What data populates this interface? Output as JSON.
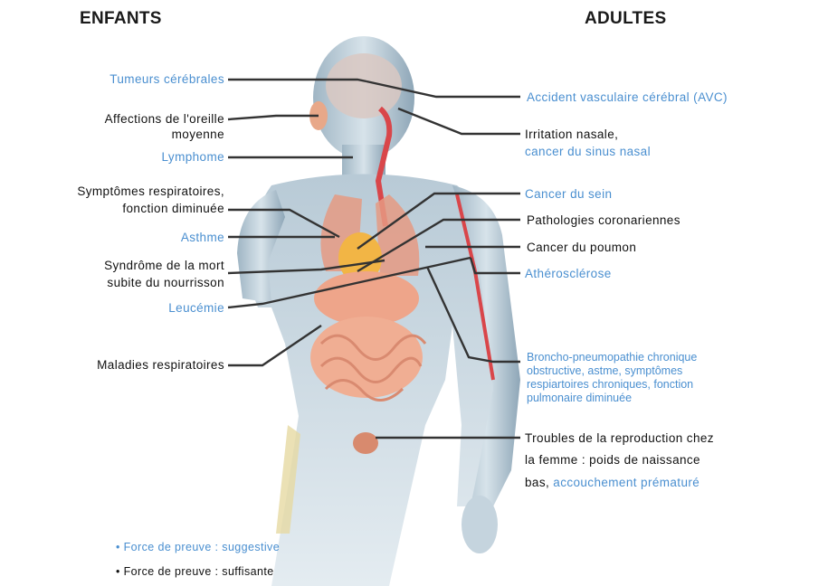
{
  "headers": {
    "children": "ENFANTS",
    "adults": "ADULTES"
  },
  "colors": {
    "suggestive": "#4a8fd0",
    "sufficient": "#111111"
  },
  "children_labels": {
    "tumeurs": "Tumeurs cérébrales",
    "oreille_1": "Affections de l'oreille",
    "oreille_2": "moyenne",
    "lymphome": "Lymphome",
    "symptomes_1": "Symptômes respiratoires,",
    "symptomes_2": "fonction diminuée",
    "asthme": "Asthme",
    "mort_1": "Syndrôme de la mort",
    "mort_2": "subite du nourrisson",
    "leucemie": "Leucémie",
    "maladies": "Maladies respiratoires"
  },
  "adult_labels": {
    "avc": "Accident vasculaire cérébral (AVC)",
    "irritation": "Irritation nasale,",
    "sinus": "cancer du sinus nasal",
    "sein": "Cancer du sein",
    "coronariennes": "Pathologies coronariennes",
    "poumon": "Cancer du poumon",
    "atherosclerose": "Athérosclérose",
    "bpco_1": "Broncho-pneumopathie chronique",
    "bpco_2": "obstructive, astme, symptômes",
    "bpco_3": "respiartoires chroniques, fonction",
    "bpco_4": "pulmonaire diminuée",
    "repro_1": "Troubles de la reproduction chez",
    "repro_2": "la femme : poids de naissance",
    "repro_3a": "bas, ",
    "repro_3b": "accouchement prématuré"
  },
  "legend": {
    "suggestive": "• Force de preuve : suggestive",
    "sufficient": "• Force de preuve : suffisante"
  }
}
